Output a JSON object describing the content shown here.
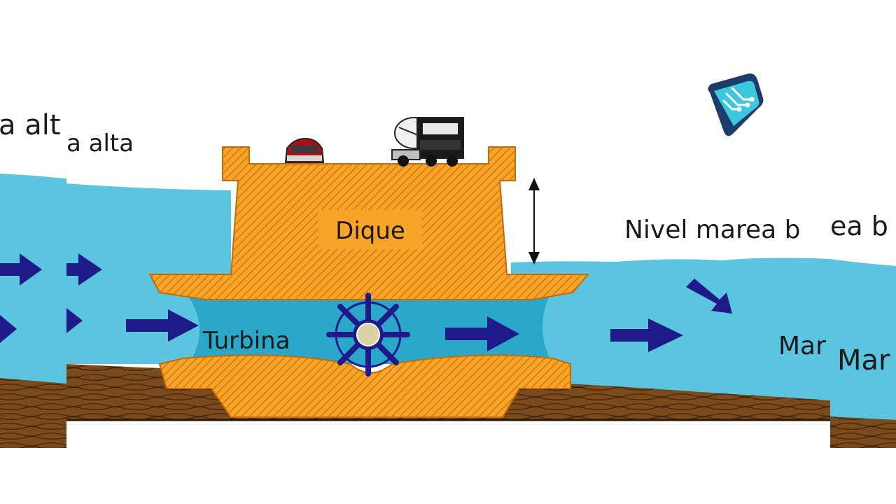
{
  "diagram": {
    "left_fragment_label": "a alt",
    "high_tide_label": "a alta",
    "dam_label": "Dique",
    "turbine_label": "Turbina",
    "low_tide_label": "Nivel marea b",
    "right_fragment_label": "ea b",
    "sea_label": "Mar",
    "sea_fragment_label": "Mar"
  },
  "logo": {
    "icon": "play-circuit-logo-icon"
  },
  "colors": {
    "water": "#5bc5e0",
    "tunnel_water": "#2aa7c9",
    "dam": "#f7a428",
    "dam_hatch": "#c46a08",
    "ground": "#7a4a1c",
    "arrow": "#1f1a8a",
    "turbine": "#1f1a8a"
  }
}
